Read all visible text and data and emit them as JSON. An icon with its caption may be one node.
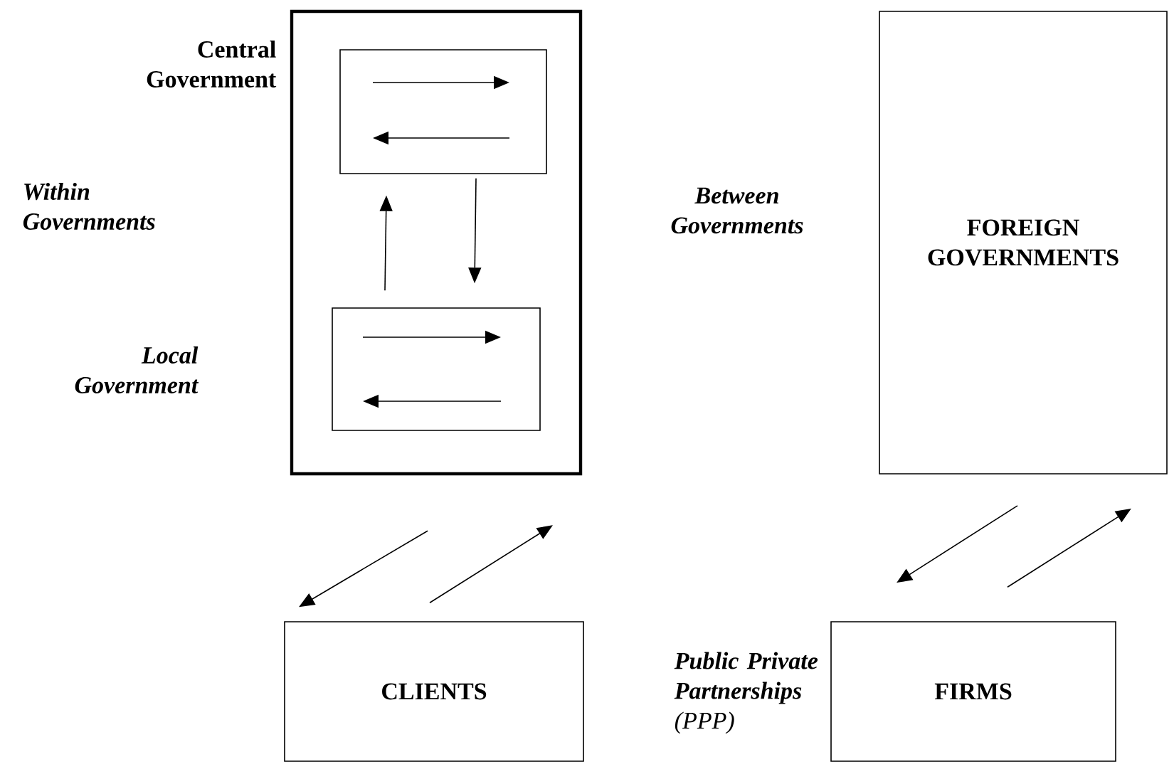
{
  "diagram": {
    "nodes": [
      {
        "text": [],
        "shape": "box"
      },
      {
        "text": [],
        "shape": "box",
        "in": 0
      },
      {
        "text": [],
        "shape": "box",
        "in": 0
      },
      {
        "text": [
          "FOREIGN GOVERNMENTS"
        ]
      },
      {
        "text": [
          "CLIENTS"
        ]
      },
      {
        "text": [
          "FIRMS"
        ]
      }
    ],
    "edges": [
      {
        "from": 2,
        "to": 1,
        "arrow": "to"
      },
      {
        "from": 1,
        "to": 2,
        "arrow": "to"
      },
      {
        "from": 0,
        "to": 4,
        "arrow": "to"
      },
      {
        "from": 4,
        "to": 0,
        "arrow": "to"
      },
      {
        "from": 3,
        "to": 5,
        "arrow": "to"
      },
      {
        "from": 5,
        "to": 3,
        "arrow": "to"
      }
    ],
    "labels": [
      "Central Government",
      "Within Governments",
      "Local Government",
      "Between Governments",
      "**Public Private Partnerships** (PPP)"
    ]
  }
}
